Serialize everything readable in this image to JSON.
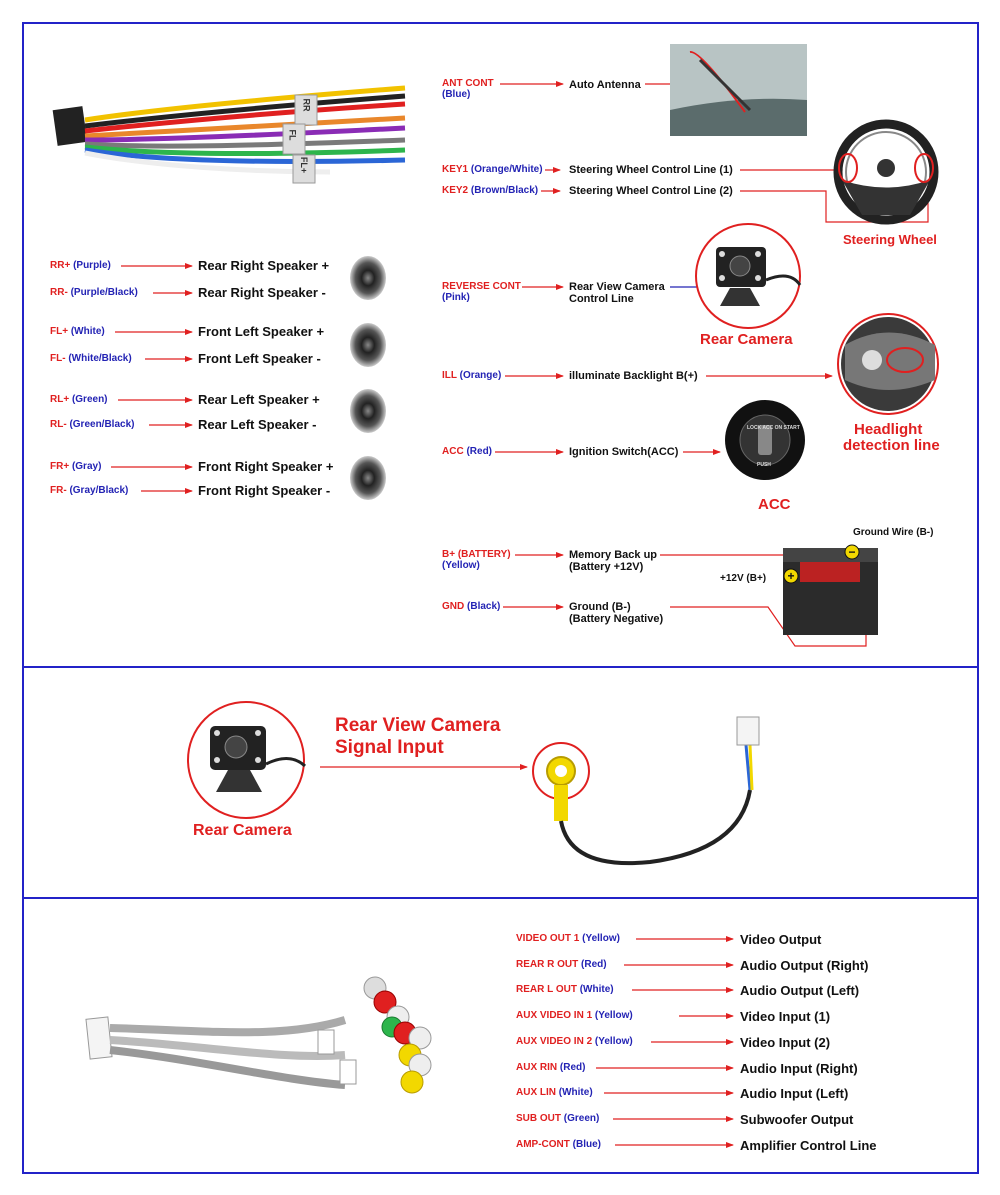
{
  "speakers": [
    {
      "code": "RR+",
      "color": "(Purple)",
      "desc": "Rear Right Speaker +"
    },
    {
      "code": "RR-",
      "color": "(Purple/Black)",
      "desc": "Rear Right Speaker -"
    },
    {
      "code": "FL+",
      "color": "(White)",
      "desc": "Front Left Speaker +"
    },
    {
      "code": "FL-",
      "color": "(White/Black)",
      "desc": "Front Left Speaker -"
    },
    {
      "code": "RL+",
      "color": "(Green)",
      "desc": "Rear Left Speaker +"
    },
    {
      "code": "RL-",
      "color": "(Green/Black)",
      "desc": "Rear Left Speaker -"
    },
    {
      "code": "FR+",
      "color": "(Gray)",
      "desc": "Front Right Speaker +"
    },
    {
      "code": "FR-",
      "color": "(Gray/Black)",
      "desc": "Front Right Speaker -"
    }
  ],
  "top_right": {
    "ant": {
      "code": "ANT CONT",
      "color": "(Blue)",
      "desc": "Auto Antenna"
    },
    "key1": {
      "code": "KEY1",
      "color": "(Orange/White)",
      "desc": "Steering Wheel Control Line (1)"
    },
    "key2": {
      "code": "KEY2",
      "color": "(Brown/Black)",
      "desc": "Steering Wheel Control Line (2)"
    },
    "steering_label": "Steering Wheel",
    "reverse": {
      "code": "REVERSE CONT",
      "color": "(Pink)",
      "desc1": "Rear View Camera",
      "desc2": "Control Line"
    },
    "rear_camera_label": "Rear Camera",
    "ill": {
      "code": "ILL",
      "color": "(Orange)",
      "desc": "illuminate Backlight B(+)"
    },
    "headlight_label1": "Headlight",
    "headlight_label2": "detection line",
    "acc": {
      "code": "ACC",
      "color": "(Red)",
      "desc": "Ignition Switch(ACC)"
    },
    "acc_label": "ACC",
    "battery": {
      "code": "B+ (BATTERY)",
      "color": "(Yellow)",
      "desc1": "Memory Back up",
      "desc2": "(Battery +12V)"
    },
    "gnd": {
      "code": "GND",
      "color": "(Black)",
      "desc1": "Ground (B-)",
      "desc2": "(Battery Negative)"
    },
    "ground_wire_label": "Ground Wire (B-)",
    "plus12_label": "+12V  (B+)",
    "key_lock_text": "LOCK ACC ON START",
    "key_push_text": "PUSH"
  },
  "camera_section": {
    "title1": "Rear View Camera",
    "title2": "Signal Input",
    "rear_camera_label": "Rear Camera"
  },
  "rca_section": [
    {
      "code": "VIDEO OUT 1",
      "color": "(Yellow)",
      "desc": "Video Output"
    },
    {
      "code": "REAR  R OUT",
      "color": "(Red)",
      "desc": "Audio Output (Right)"
    },
    {
      "code": "REAR  L OUT",
      "color": "(White)",
      "desc": "Audio Output (Left)"
    },
    {
      "code": "AUX VIDEO IN 1",
      "color": "(Yellow)",
      "desc": "Video Input (1)"
    },
    {
      "code": "AUX VIDEO IN 2",
      "color": "(Yellow)",
      "desc": "Video Input (2)"
    },
    {
      "code": "AUX RIN",
      "color": "(Red)",
      "desc": "Audio Input (Right)"
    },
    {
      "code": "AUX LIN",
      "color": "(White)",
      "desc": "Audio Input (Left)"
    },
    {
      "code": "SUB OUT",
      "color": "(Green)",
      "desc": "Subwoofer Output"
    },
    {
      "code": "AMP-CONT",
      "color": "(Blue)",
      "desc": "Amplifier Control Line"
    }
  ],
  "harness_tags": [
    "RR",
    "FL",
    "FL+"
  ],
  "colors": {
    "frame": "#2323c8",
    "arrow": "#e02020",
    "label_red": "#e02020",
    "label_blue": "#2323b4"
  }
}
